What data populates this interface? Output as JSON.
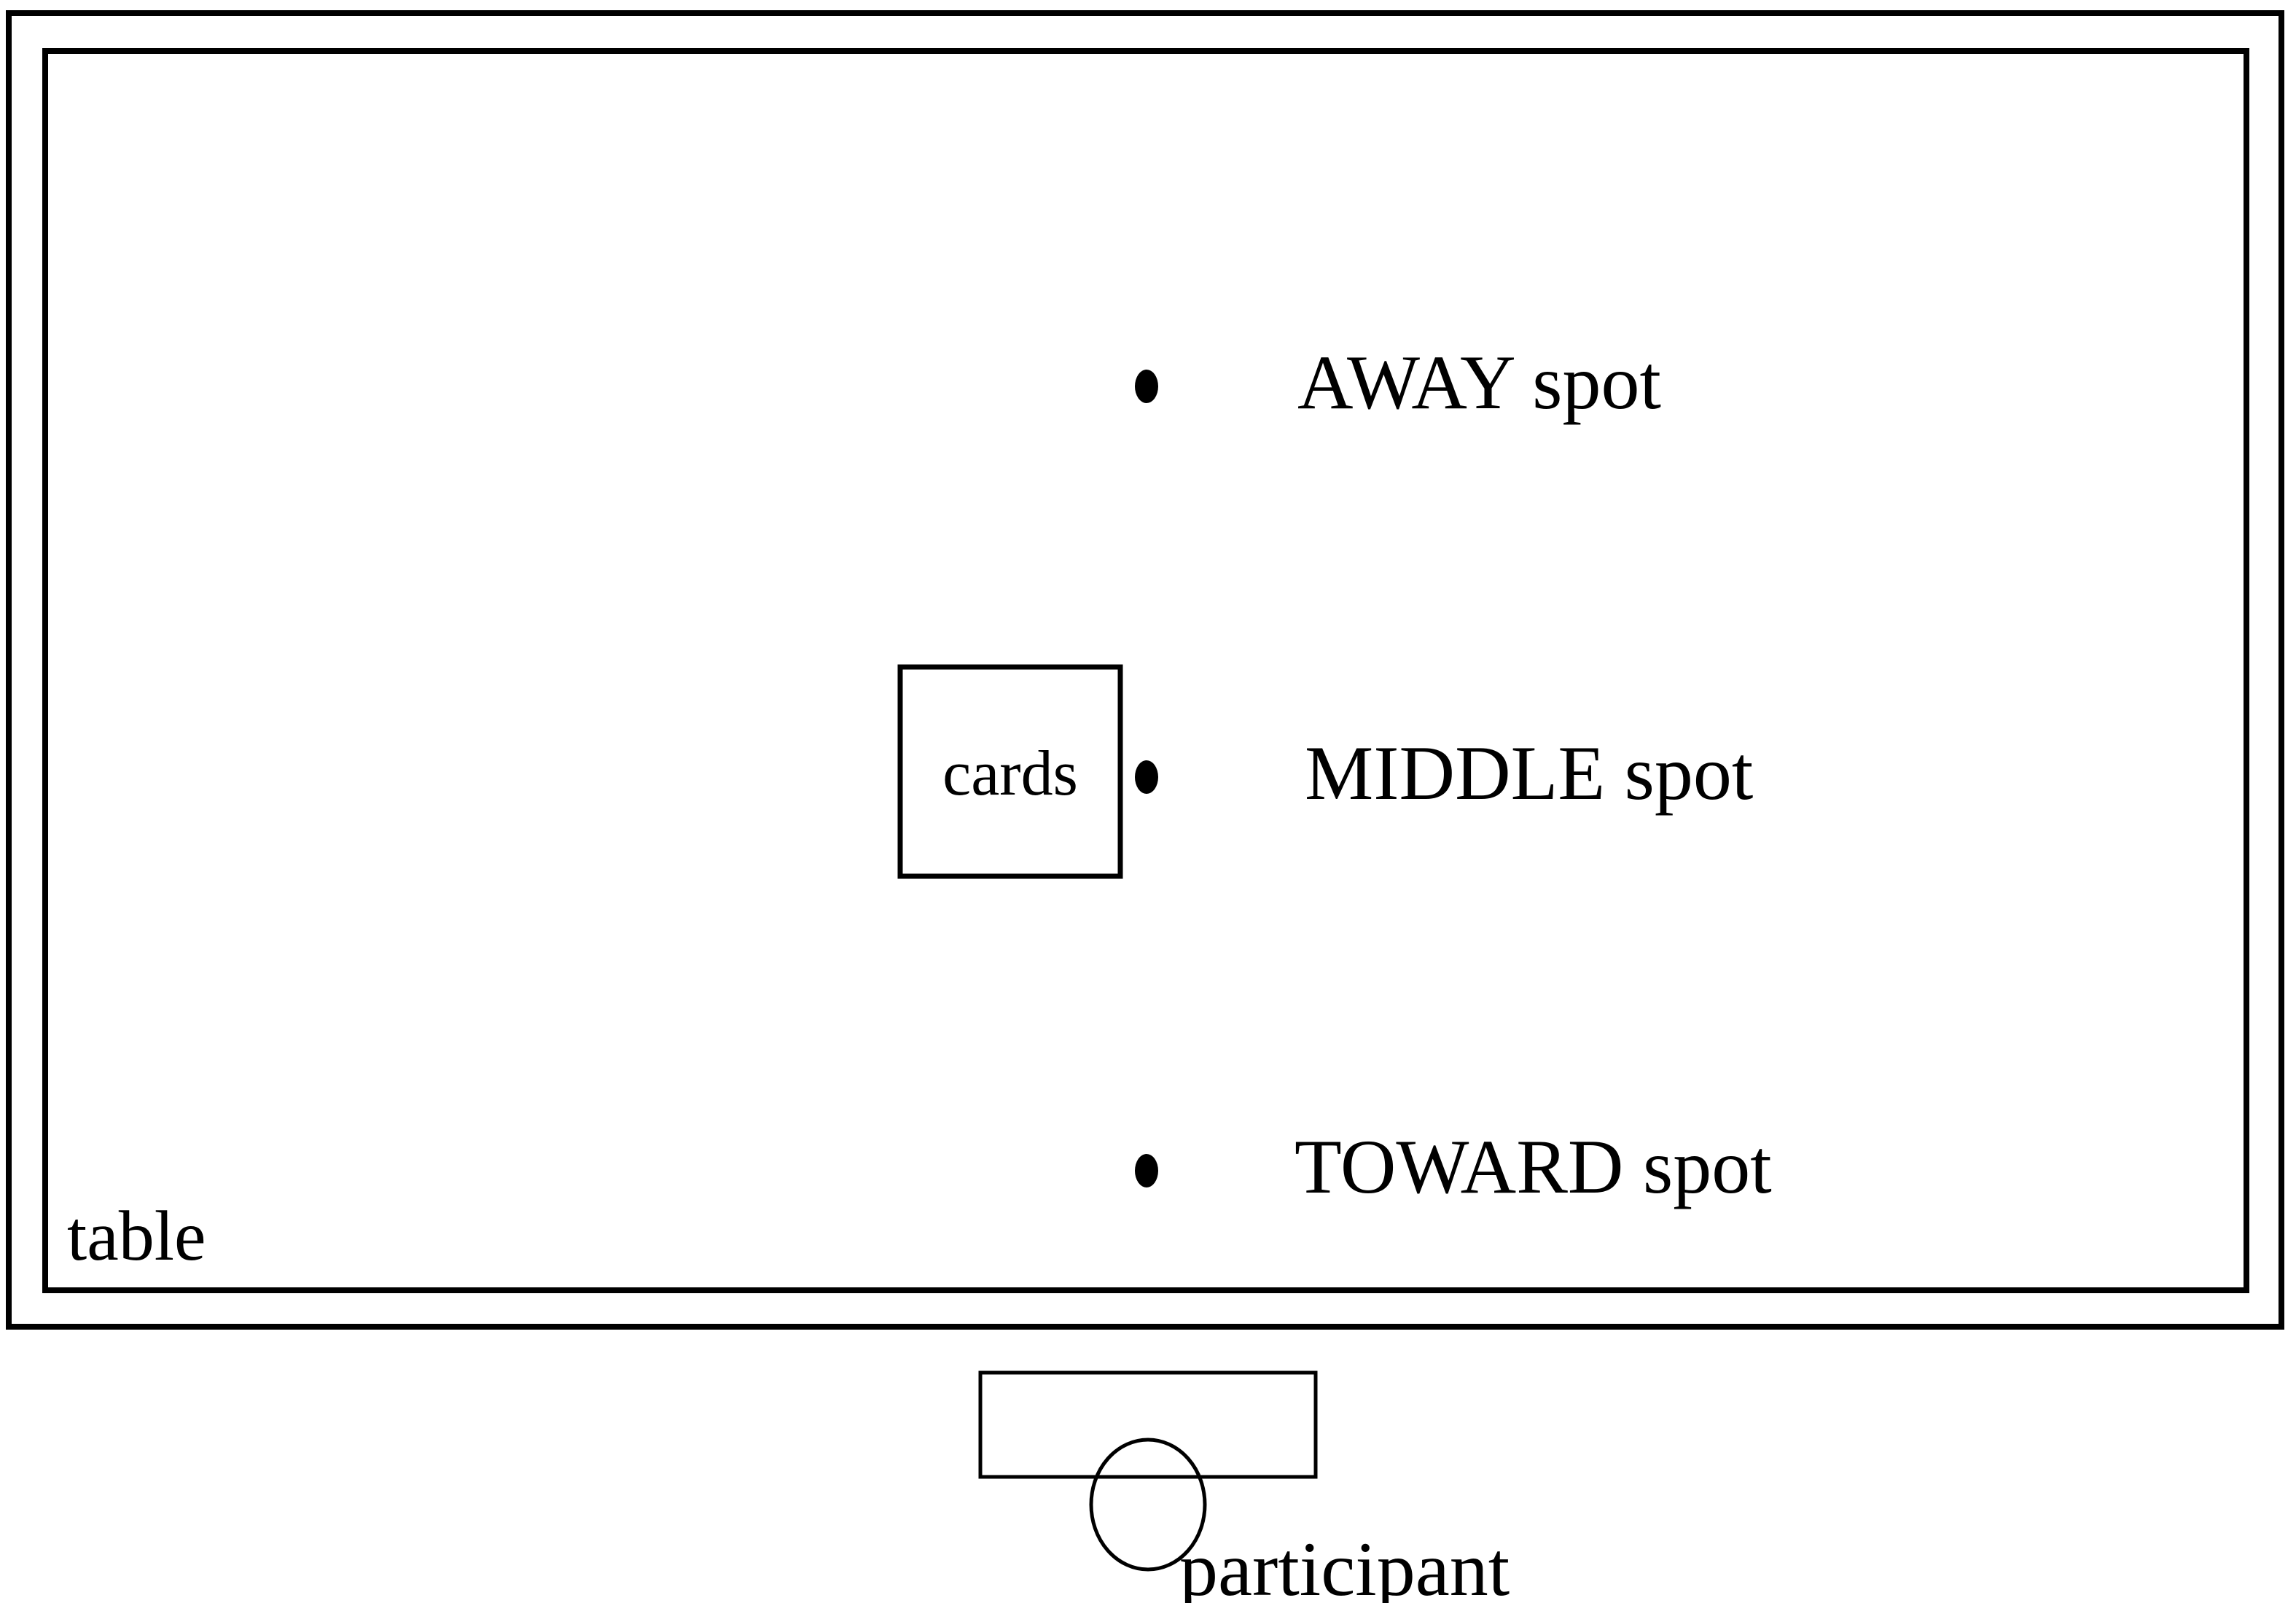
{
  "labels": {
    "table": "table",
    "cards": "cards",
    "away_spot": "AWAY spot",
    "middle_spot": "MIDDLE spot",
    "toward_spot": "TOWARD spot",
    "participant": "participant"
  },
  "colors": {
    "stroke": "#000000",
    "background": "#ffffff"
  }
}
